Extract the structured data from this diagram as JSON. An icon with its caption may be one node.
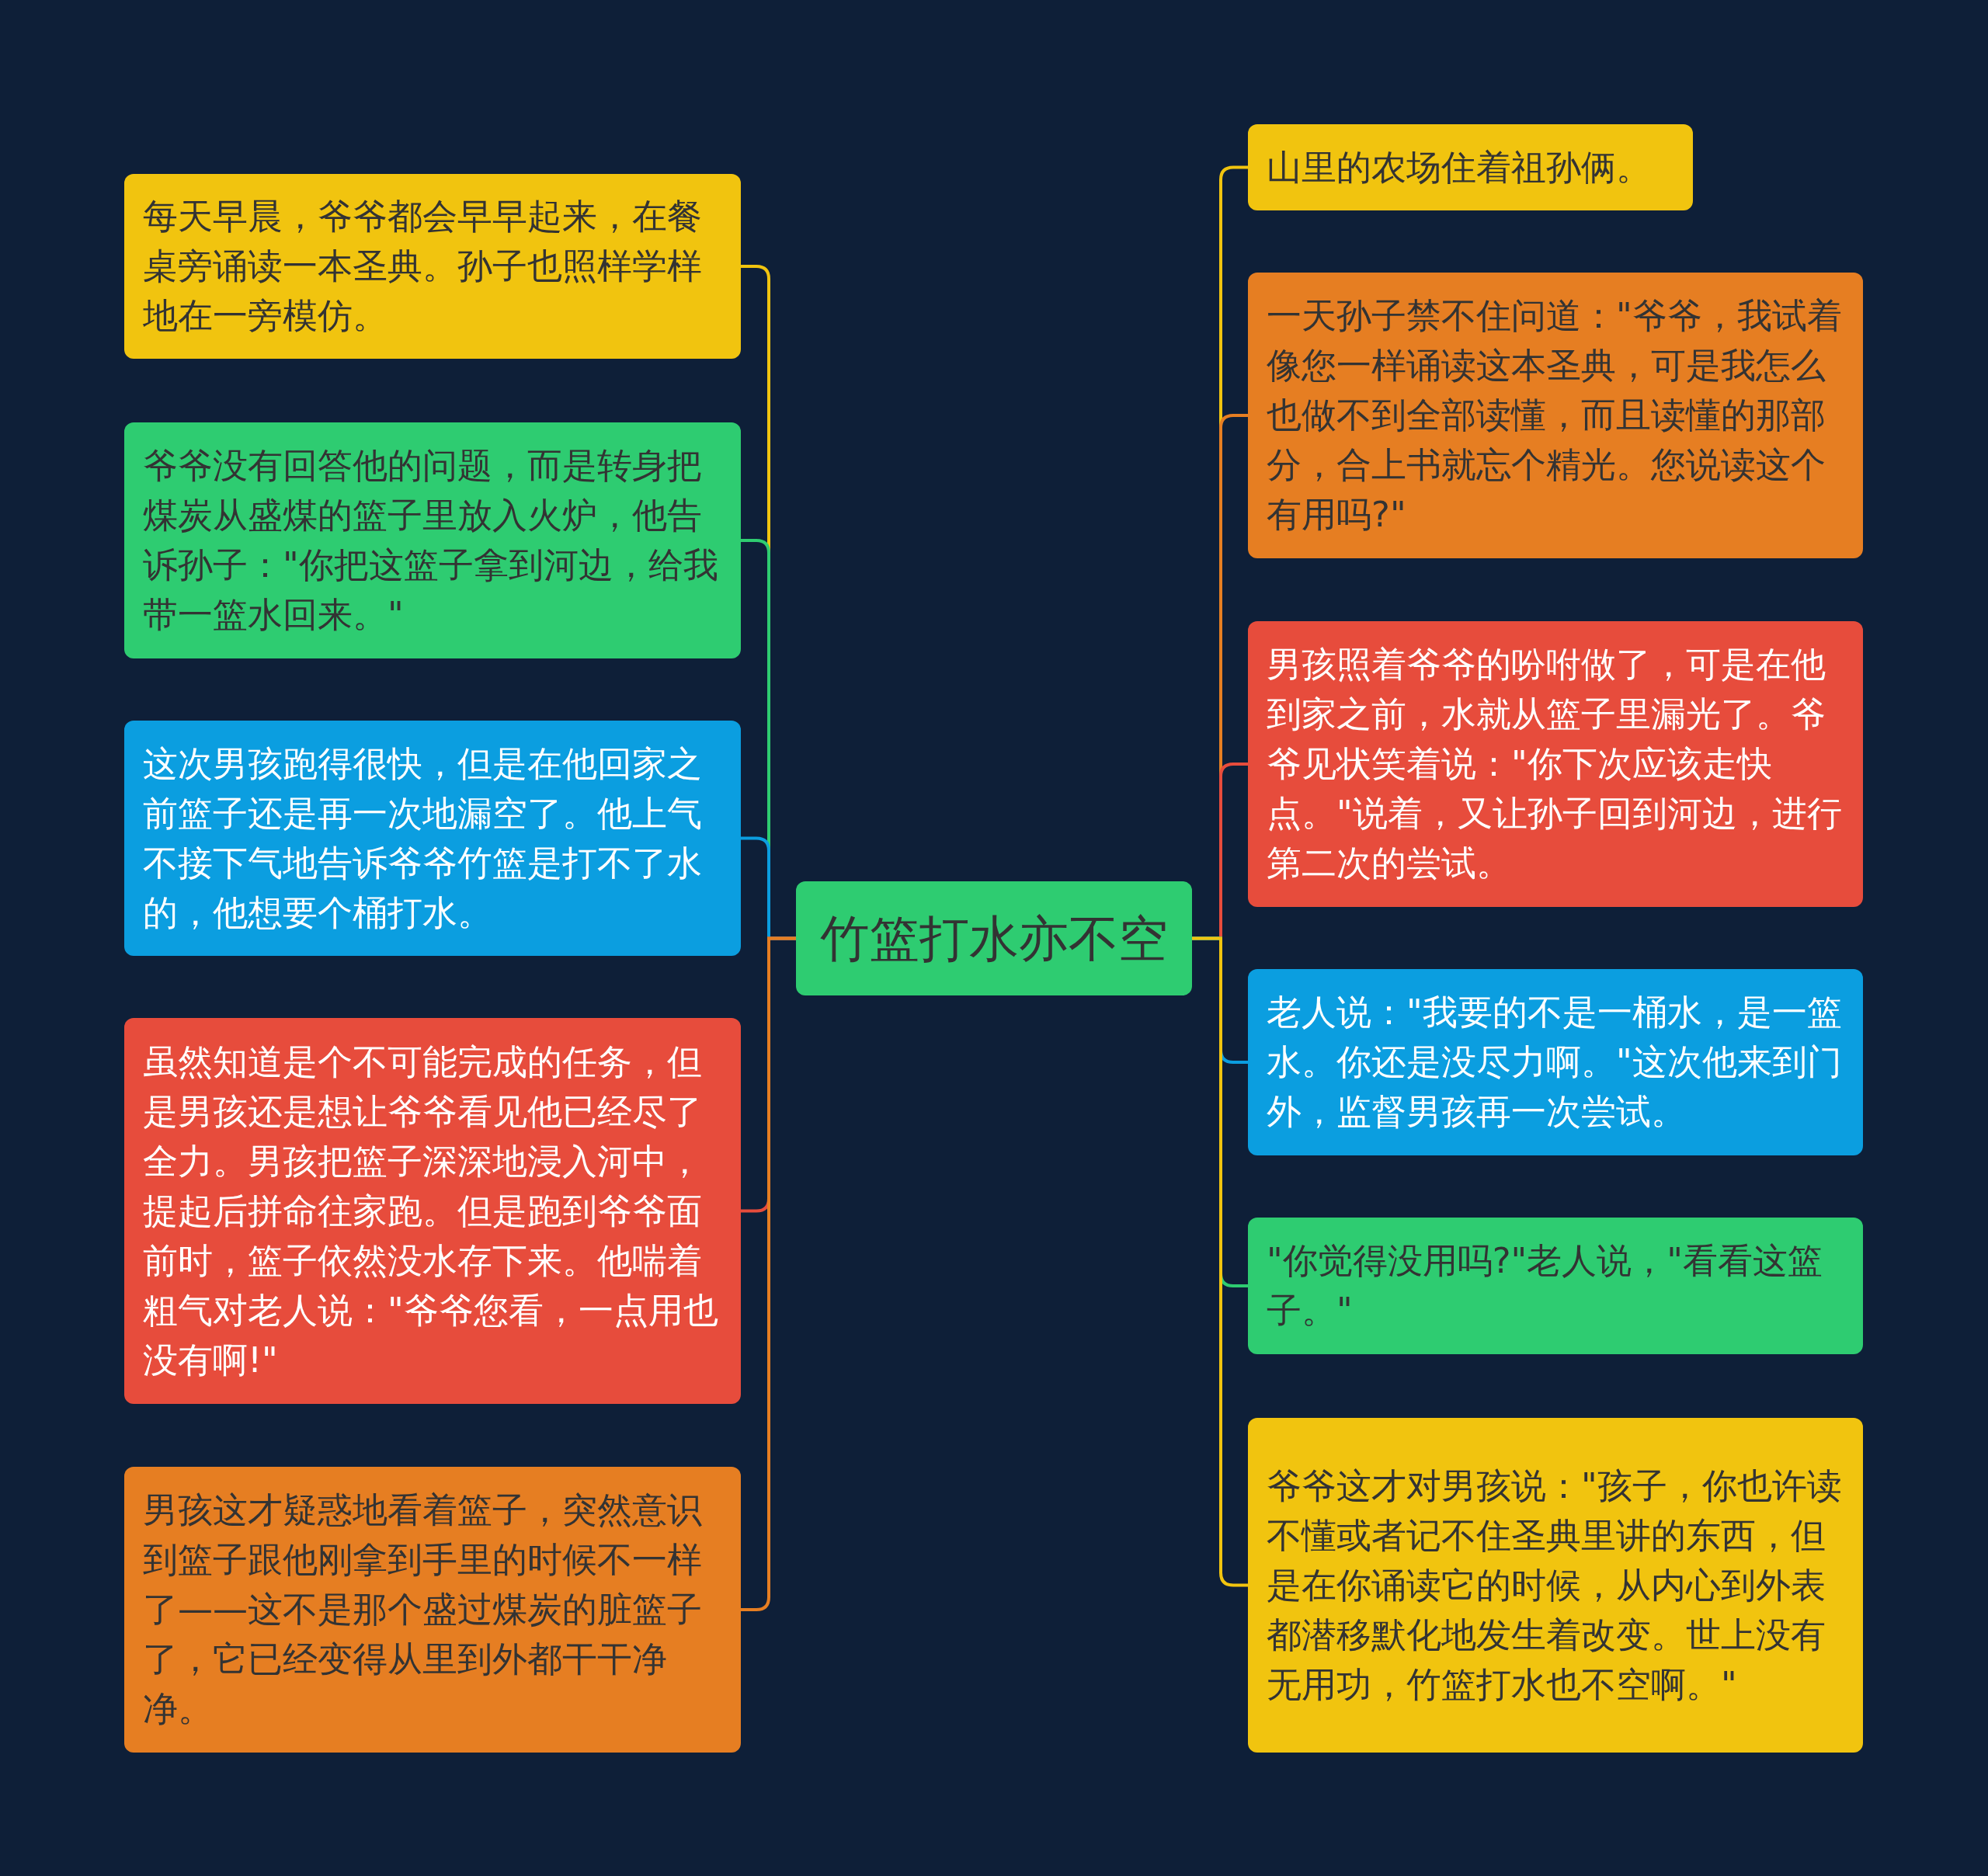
{
  "diagram": {
    "nodes": [
      {
        "text": [
          "竹篮打水亦不空"
        ]
      },
      {
        "text": [
          "每天早晨，爷爷都会早早起来，在餐桌旁诵读一本圣典。孙子也照样学样地在一旁模仿。"
        ]
      },
      {
        "text": [
          "爷爷没有回答他的问题，而是转身把煤炭从盛煤的篮子里放入火炉，他告诉孙子：\"你把这篮子拿到河边，给我带一篮水回来。\""
        ]
      },
      {
        "text": [
          "这次男孩跑得很快，但是在他回家之前篮子还是再一次地漏空了。他上气不接下气地告诉爷爷竹篮是打不了水的，他想要个桶打水。"
        ]
      },
      {
        "text": [
          "虽然知道是个不可能完成的任务，但是男孩还是想让爷爷看见他已经尽了全力。男孩把篮子深深地浸入河中，提起后拼命往家跑。但是跑到爷爷面前时，篮子依然没水存下来。他喘着粗气对老人说：\"爷爷您看，一点用也没有啊!\""
        ]
      },
      {
        "text": [
          "男孩这才疑惑地看着篮子，突然意识到篮子跟他刚拿到手里的时候不一样了——这不是那个盛过煤炭的脏篮子了，它已经变得从里到外都干干净净。"
        ]
      },
      {
        "text": [
          "山里的农场住着祖孙俩。"
        ]
      },
      {
        "text": [
          "一天孙子禁不住问道：\"爷爷，我试着像您一样诵读这本圣典，可是我怎么也做不到全部读懂，而且读懂的那部分，合上书就忘个精光。您说读这个有用吗?\""
        ]
      },
      {
        "text": [
          "男孩照着爷爷的吩咐做了，可是在他到家之前，水就从篮子里漏光了。爷爷见状笑着说：\"你下次应该走快点。\"说着，又让孙子回到河边，进行第二次的尝试。"
        ]
      },
      {
        "text": [
          "老人说：\"我要的不是一桶水，是一篮水。你还是没尽力啊。\"这次他来到门外，监督男孩再一次尝试。"
        ]
      },
      {
        "text": [
          "\"你觉得没用吗?\"老人说，\"看看这篮子。\""
        ]
      },
      {
        "text": [
          "爷爷这才对男孩说：\"孩子，你也许读不懂或者记不住圣典里讲的东西，但是在你诵读它的时候，从内心到外表都潜移默化地发生着改变。世上没有无用功，竹篮打水也不空啊。\""
        ]
      }
    ],
    "edges": [
      {
        "from": 0,
        "to": 1,
        "arrow": "none",
        "color": "#f1c40f"
      },
      {
        "from": 0,
        "to": 2,
        "arrow": "none",
        "color": "#2ecc71"
      },
      {
        "from": 0,
        "to": 3,
        "arrow": "none",
        "color": "#0b9ee0"
      },
      {
        "from": 0,
        "to": 4,
        "arrow": "none",
        "color": "#e74c3c"
      },
      {
        "from": 0,
        "to": 5,
        "arrow": "none",
        "color": "#e67e22"
      },
      {
        "from": 0,
        "to": 6,
        "arrow": "none",
        "color": "#f1c40f"
      },
      {
        "from": 0,
        "to": 7,
        "arrow": "none",
        "color": "#e67e22"
      },
      {
        "from": 0,
        "to": 8,
        "arrow": "none",
        "color": "#e74c3c"
      },
      {
        "from": 0,
        "to": 9,
        "arrow": "none",
        "color": "#0b9ee0"
      },
      {
        "from": 0,
        "to": 10,
        "arrow": "none",
        "color": "#2ecc71"
      },
      {
        "from": 0,
        "to": 11,
        "arrow": "none",
        "color": "#f1c40f"
      }
    ]
  }
}
